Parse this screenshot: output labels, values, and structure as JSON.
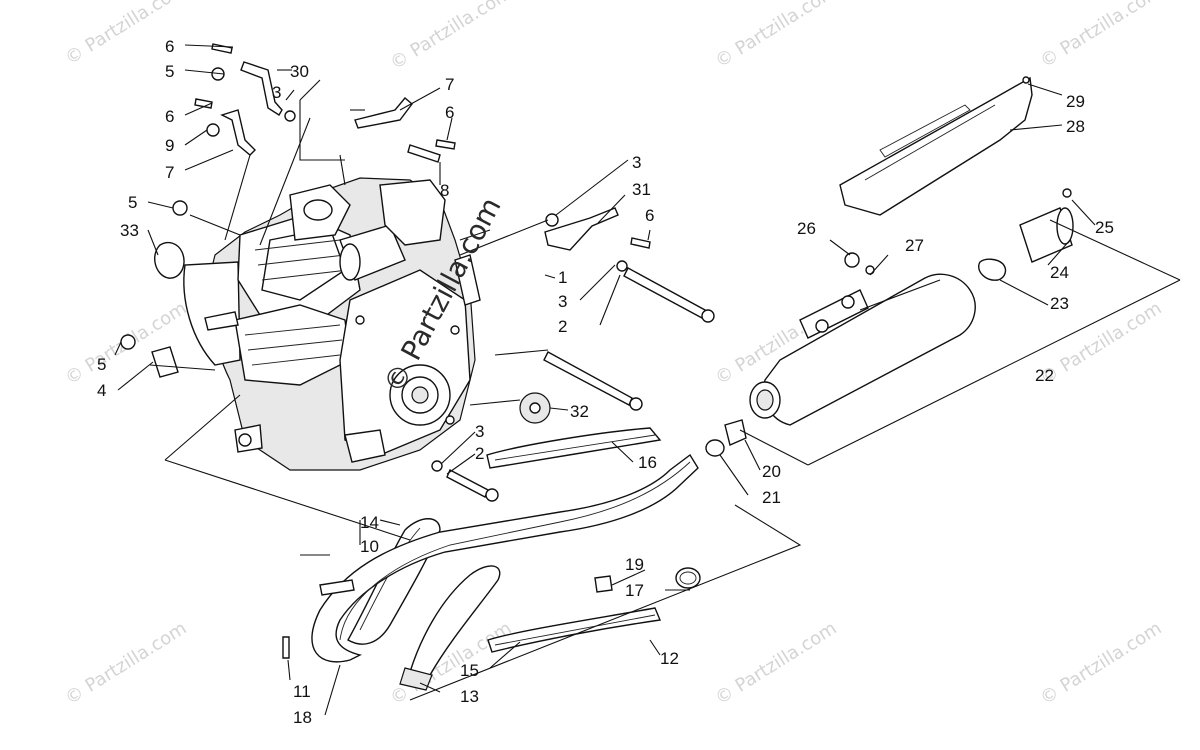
{
  "watermark": {
    "repeat_text": "© Partzilla.com",
    "center_text": "© Partzilla.com"
  },
  "callouts": {
    "c1": "1",
    "c2a": "2",
    "c2b": "2",
    "c3a": "3",
    "c3b": "3",
    "c3c": "3",
    "c3d": "3",
    "c4": "4",
    "c5a": "5",
    "c5b": "5",
    "c5c": "5",
    "c6a": "6",
    "c6b": "6",
    "c6c": "6",
    "c6d": "6",
    "c7a": "7",
    "c7b": "7",
    "c8": "8",
    "c9": "9",
    "c10": "10",
    "c11": "11",
    "c12": "12",
    "c13": "13",
    "c14": "14",
    "c15": "15",
    "c16": "16",
    "c17": "17",
    "c18": "18",
    "c19": "19",
    "c20": "20",
    "c21": "21",
    "c22": "22",
    "c23": "23",
    "c24": "24",
    "c25": "25",
    "c26": "26",
    "c27": "27",
    "c28": "28",
    "c29": "29",
    "c30": "30",
    "c31": "31",
    "c32": "32",
    "c33": "33"
  }
}
